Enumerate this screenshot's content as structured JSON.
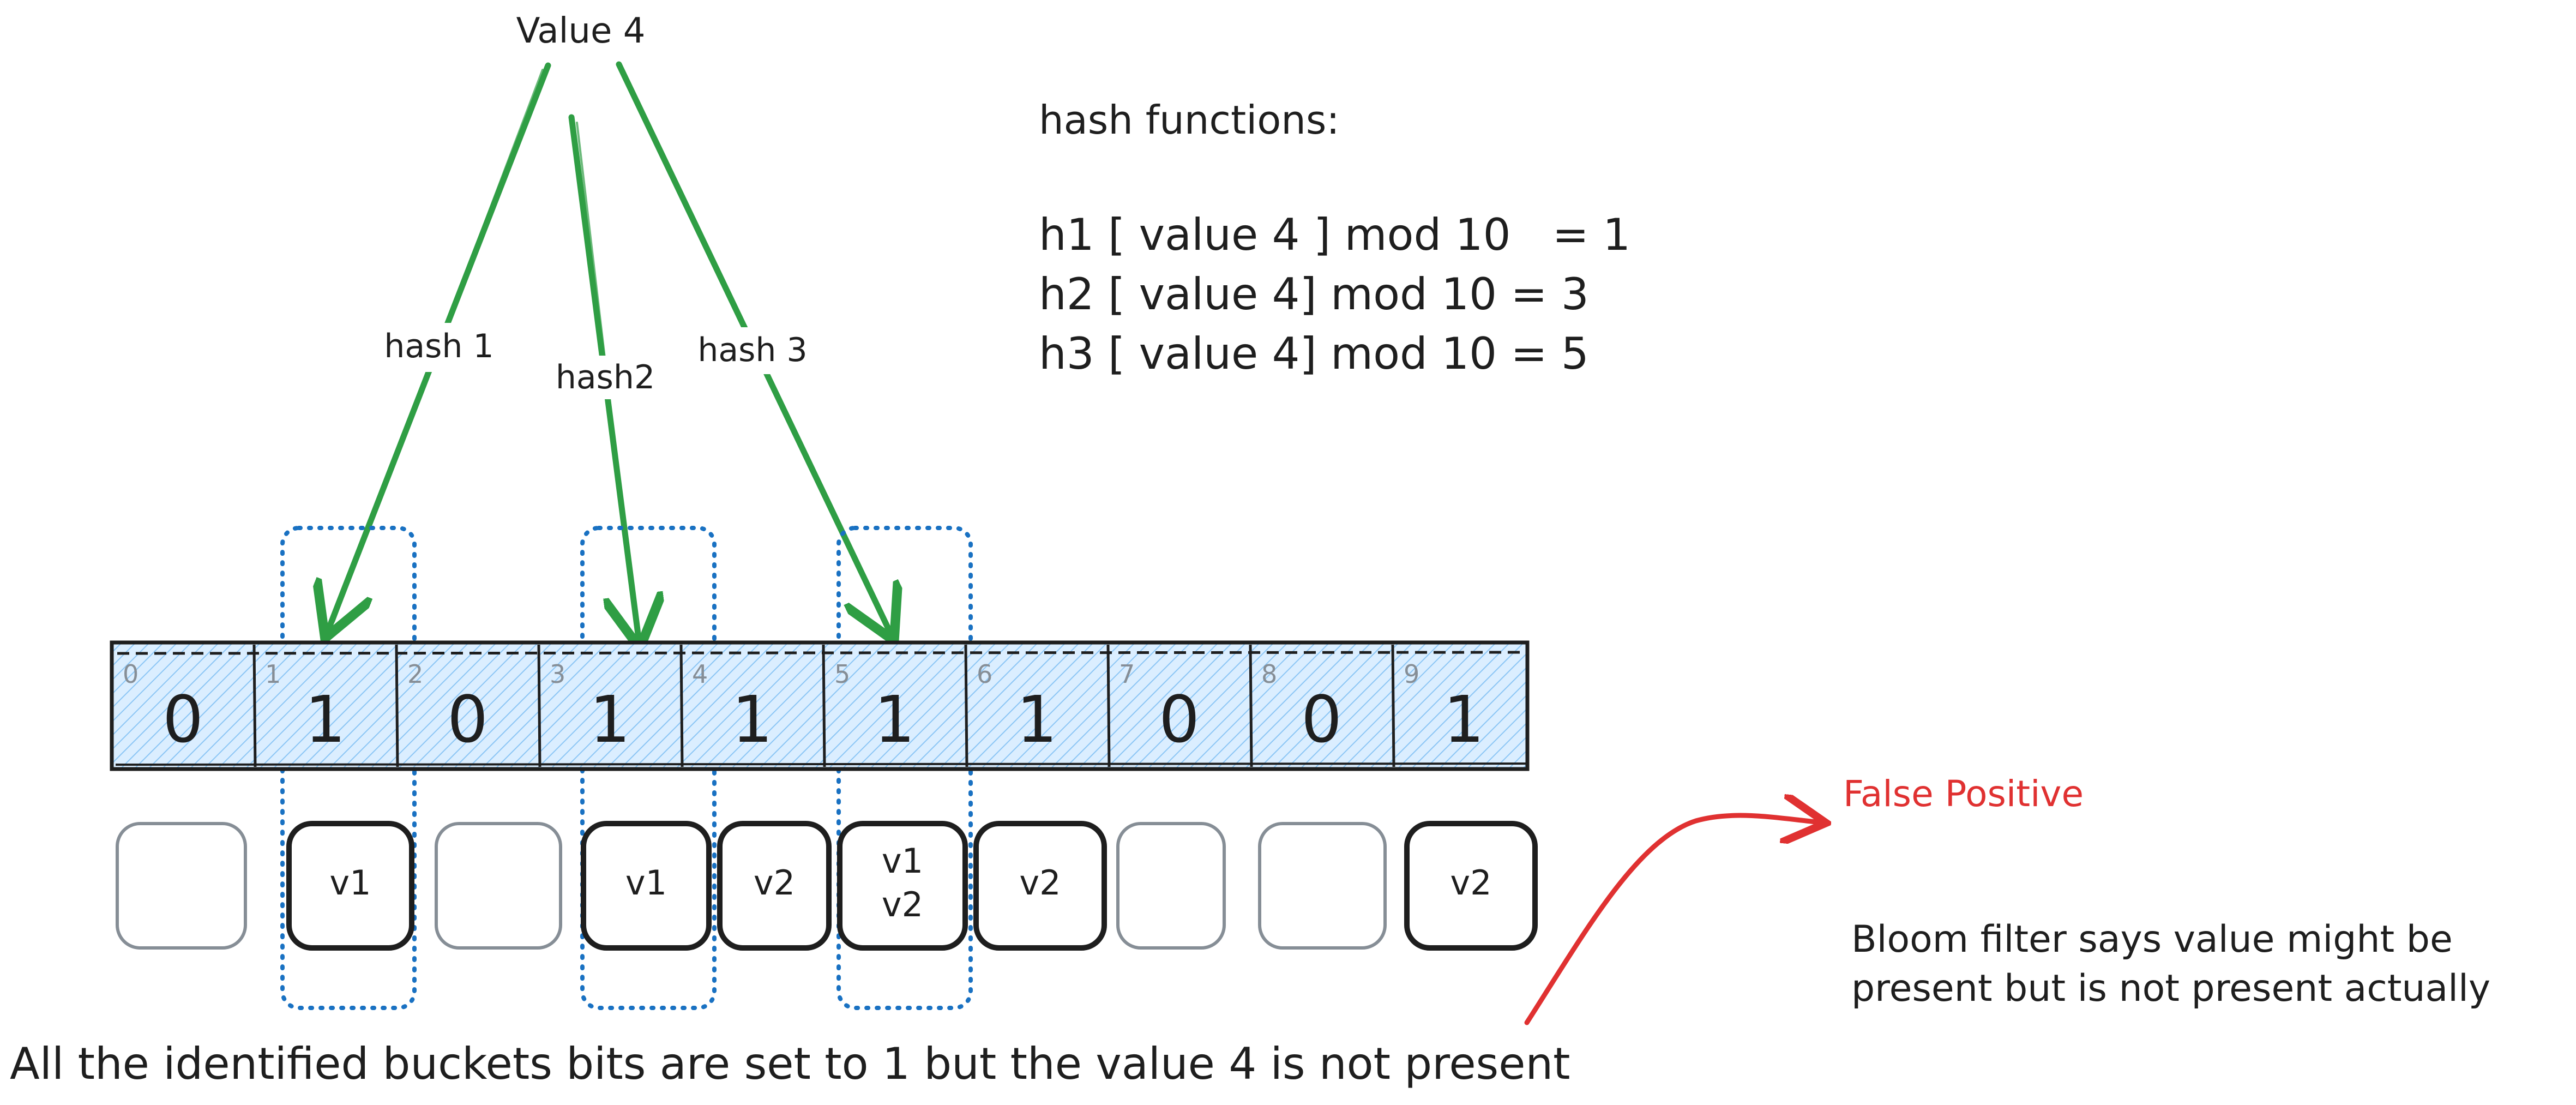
{
  "value_label": "Value 4",
  "hash_labels": [
    "hash 1",
    "hash2",
    "hash 3"
  ],
  "hash_functions": {
    "title": "hash functions:",
    "lines": [
      "h1 [ value 4 ] mod 10   = 1",
      "h2 [ value 4] mod 10 = 3",
      "h3 [ value 4] mod 10 = 5"
    ]
  },
  "bit_array": {
    "indices": [
      "0",
      "1",
      "2",
      "3",
      "4",
      "5",
      "6",
      "7",
      "8",
      "9"
    ],
    "bits": [
      "0",
      "1",
      "0",
      "1",
      "1",
      "1",
      "1",
      "0",
      "0",
      "1"
    ]
  },
  "buckets": [
    {
      "lines": []
    },
    {
      "lines": [
        "v1"
      ]
    },
    {
      "lines": []
    },
    {
      "lines": [
        "v1"
      ]
    },
    {
      "lines": [
        "v2"
      ]
    },
    {
      "lines": [
        "v1",
        "v2"
      ]
    },
    {
      "lines": [
        "v2"
      ]
    },
    {
      "lines": []
    },
    {
      "lines": []
    },
    {
      "lines": [
        "v2"
      ]
    }
  ],
  "highlighted_indices": [
    1,
    3,
    5
  ],
  "false_positive_label": "False Positive",
  "explanation": [
    "Bloom filter says value might be",
    "present but is not present actually"
  ],
  "footer": "All the identified buckets bits are set to 1 but the value 4 is not present",
  "colors": {
    "arrow": "#2f9e44",
    "fill": "#a5d8ff",
    "dotted": "#1971c2",
    "red": "#e03131",
    "ink": "#1e1e1e",
    "gray_outline": "#868e96",
    "index_gray": "#868e96"
  }
}
